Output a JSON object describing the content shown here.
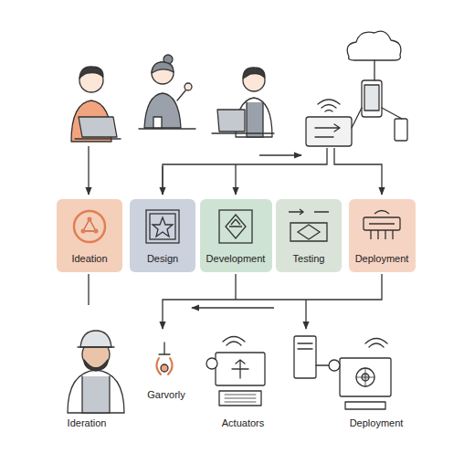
{
  "diagram": {
    "nodes": [
      {
        "text": [
          "Ideation"
        ]
      },
      {
        "text": [
          "Design"
        ]
      },
      {
        "text": [
          "Development"
        ]
      },
      {
        "text": [
          "Testing"
        ]
      },
      {
        "text": [
          "Deployment"
        ]
      }
    ],
    "labels": [
      "Ideration",
      "Garvorly",
      "Actuators",
      "Deployment"
    ]
  }
}
